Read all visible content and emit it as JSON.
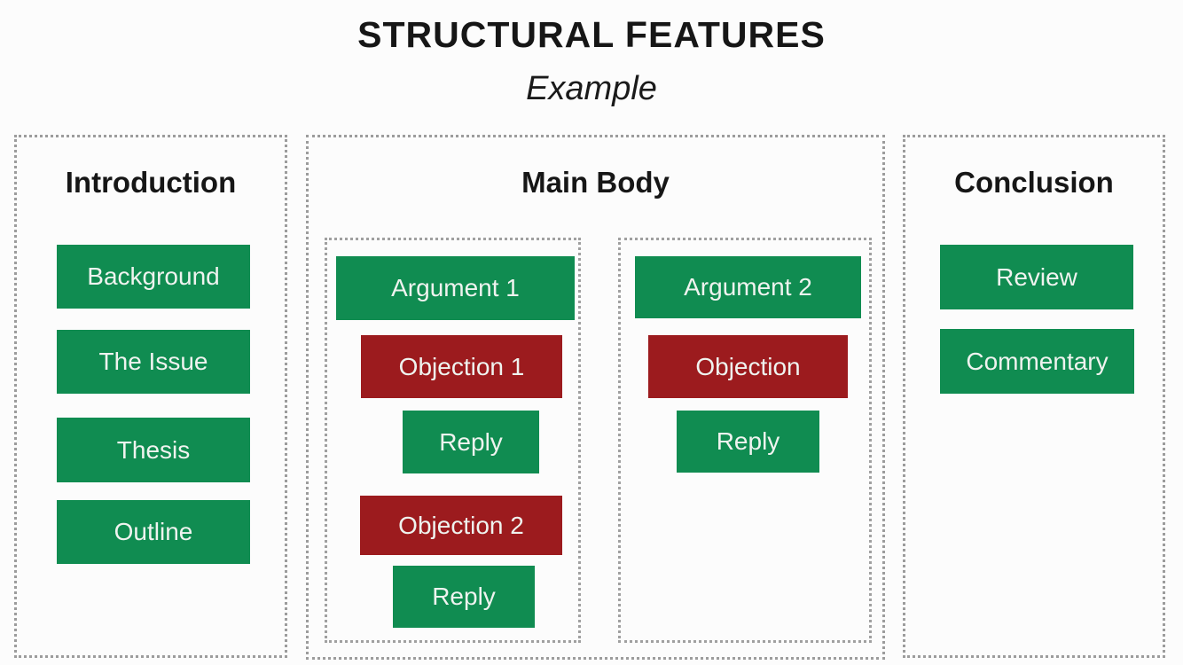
{
  "title": "STRUCTURAL FEATURES",
  "subtitle": "Example",
  "palette": {
    "green": "#108C51",
    "red": "#9C1B1E",
    "dotted_border": "#9C9C9C",
    "box_text": "#EFF3EF",
    "heading_text": "#161616",
    "background": "#FCFCFC"
  },
  "columns": {
    "intro": {
      "heading": "Introduction",
      "boxes": [
        {
          "label": "Background",
          "color": "green"
        },
        {
          "label": "The Issue",
          "color": "green"
        },
        {
          "label": "Thesis",
          "color": "green"
        },
        {
          "label": "Outline",
          "color": "green"
        }
      ]
    },
    "main": {
      "heading": "Main Body",
      "argument1_group": {
        "boxes": [
          {
            "label": "Argument 1",
            "color": "green"
          },
          {
            "label": "Objection 1",
            "color": "red"
          },
          {
            "label": "Reply",
            "color": "green"
          },
          {
            "label": "Objection 2",
            "color": "red"
          },
          {
            "label": "Reply",
            "color": "green"
          }
        ]
      },
      "argument2_group": {
        "boxes": [
          {
            "label": "Argument 2",
            "color": "green"
          },
          {
            "label": "Objection",
            "color": "red"
          },
          {
            "label": "Reply",
            "color": "green"
          }
        ]
      }
    },
    "conclusion": {
      "heading": "Conclusion",
      "boxes": [
        {
          "label": "Review",
          "color": "green"
        },
        {
          "label": "Commentary",
          "color": "green"
        }
      ]
    }
  }
}
